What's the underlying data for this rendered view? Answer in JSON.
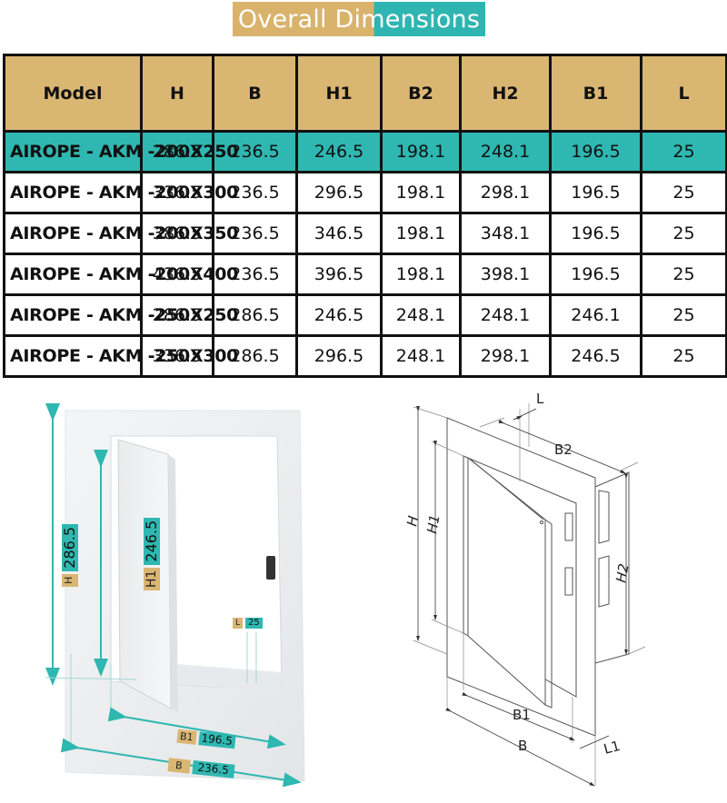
{
  "title": {
    "text": "Overall Dimensions",
    "colors": {
      "left": "#d9b36c",
      "right": "#2fb5b1"
    }
  },
  "table": {
    "headers": [
      "Model",
      "H",
      "B",
      "H1",
      "B2",
      "H2",
      "B1",
      "L"
    ],
    "rows": [
      {
        "model": "AIROPE - AKM -200X250",
        "H": "286.5",
        "B": "236.5",
        "H1": "246.5",
        "B2": "198.1",
        "H2": "248.1",
        "B1": "196.5",
        "L": "25",
        "highlighted": true
      },
      {
        "model": "AIROPE - AKM -200X300",
        "H": "336.5",
        "B": "236.5",
        "H1": "296.5",
        "B2": "198.1",
        "H2": "298.1",
        "B1": "196.5",
        "L": "25"
      },
      {
        "model": "AIROPE - AKM -200X350",
        "H": "386.5",
        "B": "236.5",
        "H1": "346.5",
        "B2": "198.1",
        "H2": "348.1",
        "B1": "196.5",
        "L": "25"
      },
      {
        "model": "AIROPE - AKM -200X400",
        "H": "436.5",
        "B": "236.5",
        "H1": "396.5",
        "B2": "198.1",
        "H2": "398.1",
        "B1": "196.5",
        "L": "25"
      },
      {
        "model": "AIROPE - AKM -250X250",
        "H": "286.5",
        "B": "286.5",
        "H1": "246.5",
        "B2": "248.1",
        "H2": "248.1",
        "B1": "246.1",
        "L": "25"
      },
      {
        "model": "AIROPE - AKM -250X300",
        "H": "336.5",
        "B": "286.5",
        "H1": "296.5",
        "B2": "248.1",
        "H2": "298.1",
        "B1": "246.5",
        "L": "25"
      }
    ],
    "colors": {
      "header": "#dab673",
      "highlight": "#2fb7b1",
      "border": "#111111"
    }
  },
  "photo_labels": {
    "H": {
      "key": "H",
      "value": "286.5"
    },
    "H1": {
      "key": "H1",
      "value": "246.5"
    },
    "L": {
      "key": "L",
      "value": "25"
    },
    "B1": {
      "key": "B1",
      "value": "196.5"
    },
    "B": {
      "key": "B",
      "value": "236.5"
    }
  },
  "drawing_labels": {
    "L": "L",
    "B2": "B2",
    "H": "H",
    "H1": "H1",
    "H2": "H2",
    "B1": "B1",
    "B": "B",
    "L1": "L1"
  }
}
